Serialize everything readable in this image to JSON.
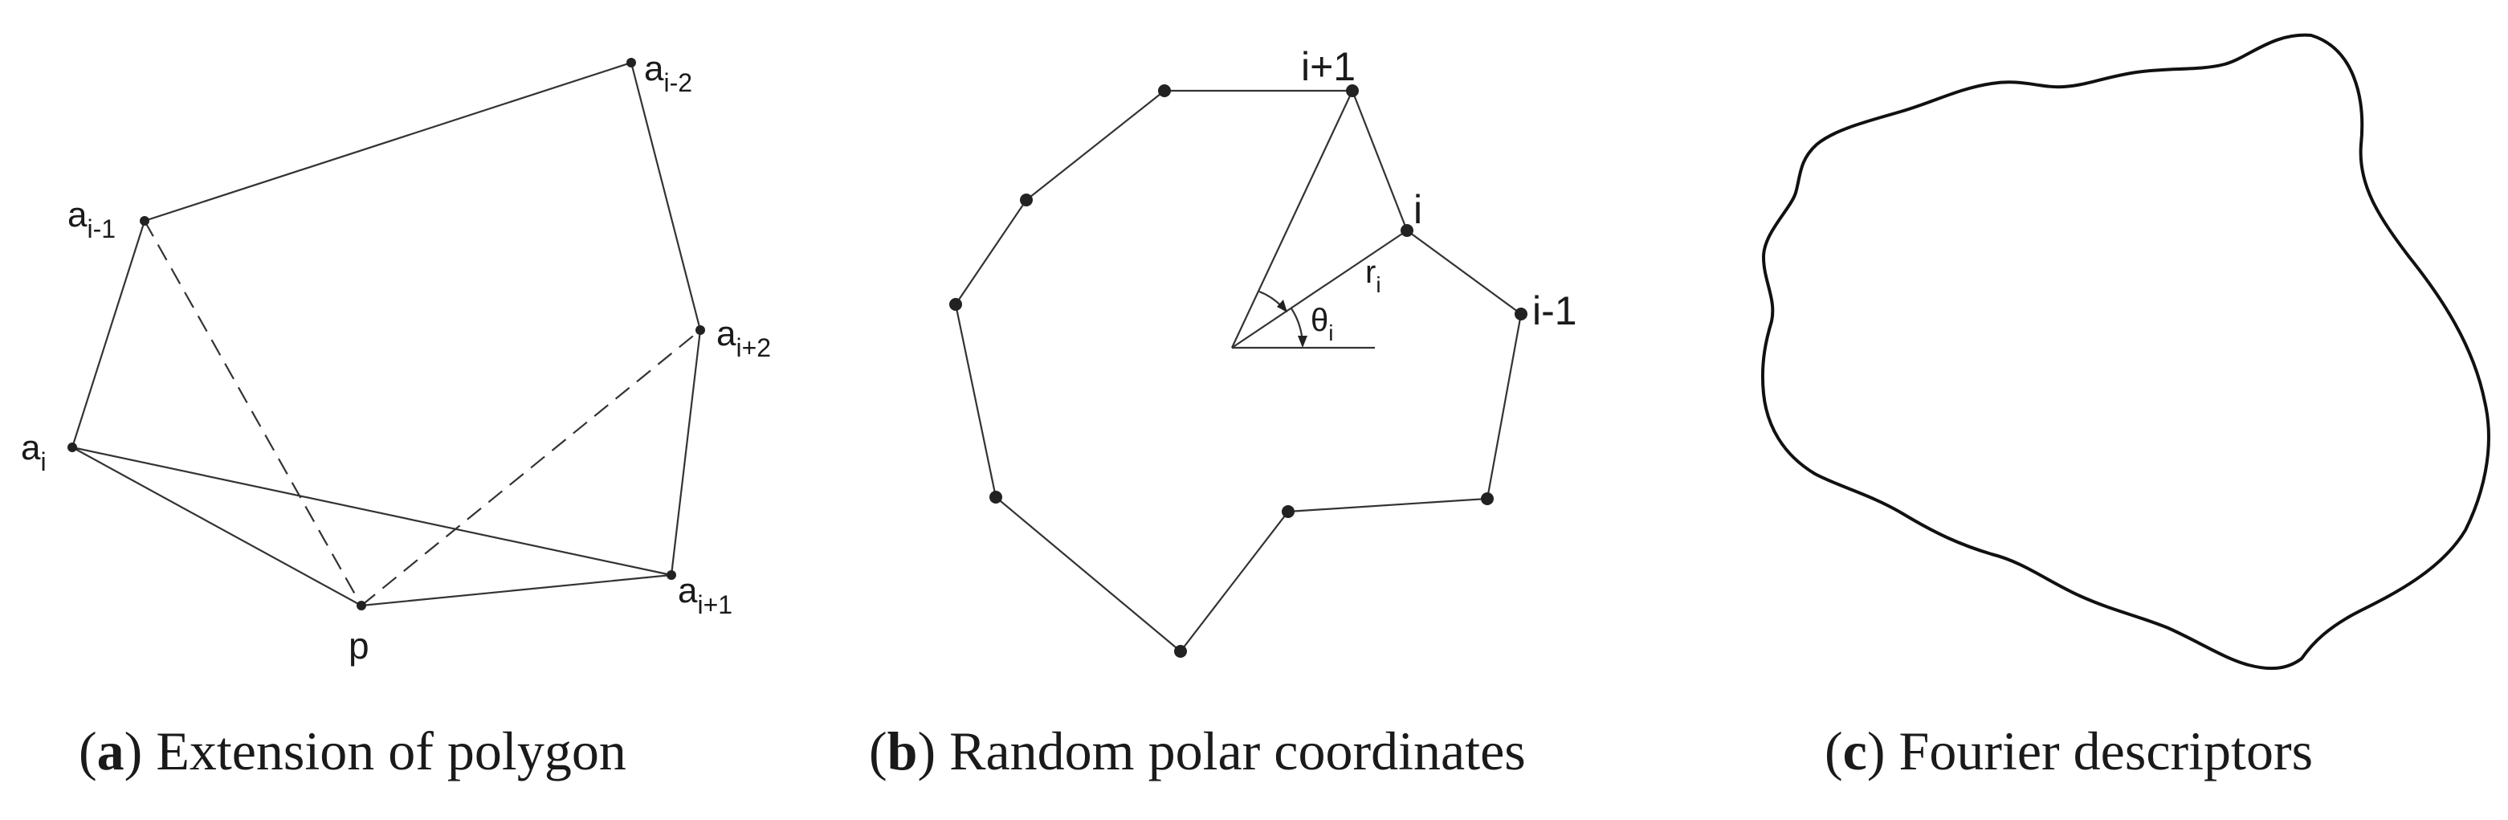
{
  "panel_a": {
    "vertex_labels": {
      "a_im2": {
        "base": "a",
        "sub": "i-2"
      },
      "a_im1": {
        "base": "a",
        "sub": "i-1"
      },
      "a_i": {
        "base": "a",
        "sub": "i"
      },
      "a_ip2": {
        "base": "a",
        "sub": "i+2"
      },
      "a_ip1": {
        "base": "a",
        "sub": "i+1"
      },
      "p": "p"
    },
    "caption": {
      "letter": "a",
      "text": "Extension of polygon"
    }
  },
  "panel_b": {
    "vertex_labels": {
      "ip1": "i+1",
      "i": "i",
      "im1": "i-1"
    },
    "radius_label": {
      "base": "r",
      "sub": "i"
    },
    "angle_label": {
      "base": "θ",
      "sub": "i"
    },
    "caption": {
      "letter": "b",
      "text": "Random polar coordinates"
    }
  },
  "panel_c": {
    "caption": {
      "letter": "c",
      "text": "Fourier descriptors"
    }
  },
  "colors": {
    "ink": "#222222",
    "background": "#ffffff"
  }
}
